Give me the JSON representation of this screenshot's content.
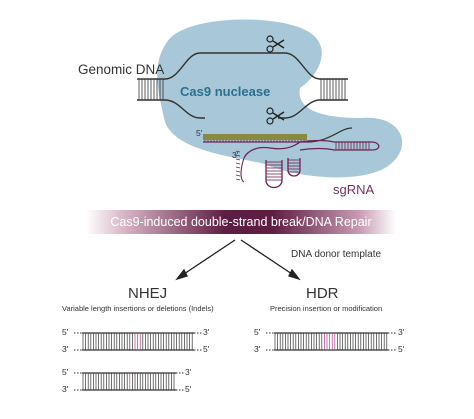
{
  "labels": {
    "genomic_dna": "Genomic DNA",
    "cas9": "Cas9 nuclease",
    "sgrna": "sgRNA",
    "banner": "Cas9-induced double-strand break/DNA Repair",
    "donor": "DNA donor template",
    "nhej": "NHEJ",
    "nhej_sub": "Variable length insertions or deletions (Indels)",
    "hdr": "HDR",
    "hdr_sub": "Precision insertion or modification",
    "five_prime": "5'",
    "three_prime": "3'"
  },
  "icons": {
    "cut_site": "scissors-icon"
  },
  "colors": {
    "cas9_blob": "#a8c8d9",
    "cas9_text": "#2c6f8f",
    "sgrna": "#6d2450",
    "banner_dark": "#5e1d42",
    "target_strand": "#8a8a3c",
    "insertion": "#b03a8a",
    "dna": "#333333"
  }
}
